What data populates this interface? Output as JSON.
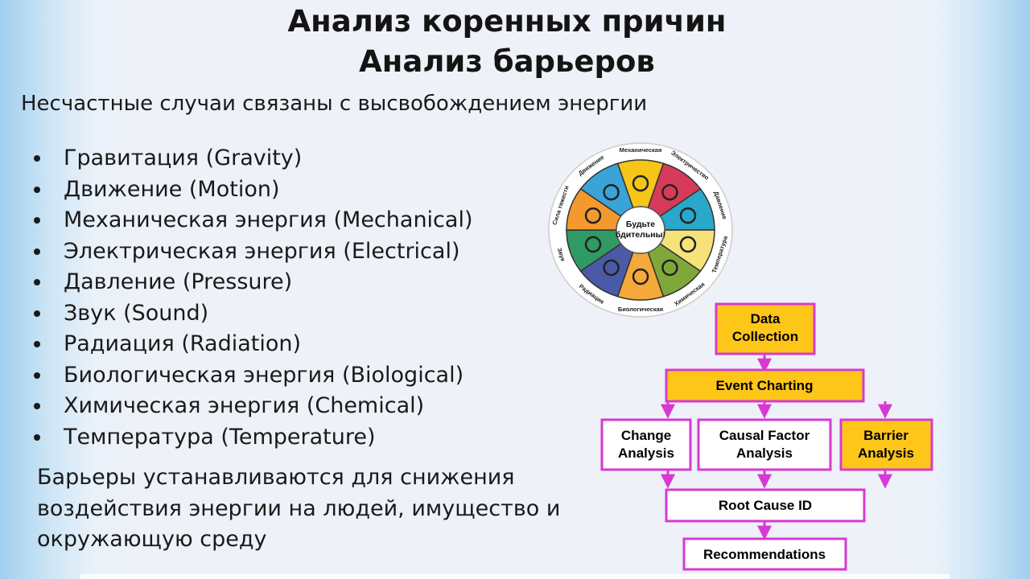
{
  "title_line1": "Анализ коренных причин",
  "title_line2": "Анализ барьеров",
  "subtitle": "Несчастные случаи связаны с высвобождением энергии",
  "energies": [
    "Гравитация (Gravity)",
    "Движение (Motion)",
    "Механическая энергия (Mechanical)",
    "Электрическая энергия (Electrical)",
    "Давление (Pressure)",
    "Звук (Sound)",
    "Радиация (Radiation)",
    "Биологическая энергия (Biological)",
    "Химическая энергия (Chemical)",
    "Температура (Temperature)"
  ],
  "barrier_text": "Барьеры устанавливаются для снижения воздействия энергии на людей, имущество и окружающую среду",
  "wheel": {
    "center_line1": "Будьте",
    "center_line2": "бдительны!",
    "labels": [
      "Механическая",
      "Электричество",
      "Давление",
      "Температура",
      "Химическая",
      "Биологическая",
      "Радиация",
      "Звук",
      "Сила тяжести",
      "Движение"
    ],
    "colors": [
      "#f5c518",
      "#d83a5a",
      "#2aa8c9",
      "#f7e27a",
      "#7fa83a",
      "#f4a93a",
      "#4a5aa6",
      "#2f9a63",
      "#f39a2e",
      "#3aa3d8"
    ]
  },
  "flow": {
    "data_collection_1": "Data",
    "data_collection_2": "Collection",
    "event_charting": "Event Charting",
    "change_1": "Change",
    "change_2": "Analysis",
    "causal_1": "Causal Factor",
    "causal_2": "Analysis",
    "barrier_1": "Barrier",
    "barrier_2": "Analysis",
    "root_cause": "Root Cause ID",
    "recommendations": "Recommendations",
    "colors": {
      "border": "#d63ad2",
      "highlight": "#ffc61a",
      "plain": "#ffffff"
    }
  }
}
